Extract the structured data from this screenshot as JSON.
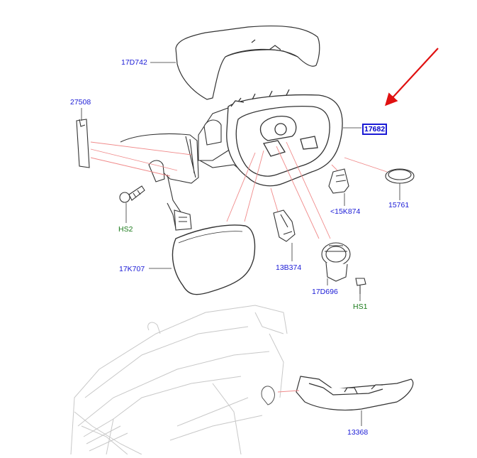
{
  "diagram": {
    "part_labels": [
      {
        "code": "17D742"
      },
      {
        "code": "27508"
      },
      {
        "code": "17682"
      },
      {
        "code": "15761"
      },
      {
        "code": "<15K874"
      },
      {
        "code": "17K707"
      },
      {
        "code": "13B374"
      },
      {
        "code": "17D696"
      },
      {
        "code": "13368"
      }
    ],
    "hardware_labels": [
      {
        "code": "HS2"
      },
      {
        "code": "HS1"
      }
    ],
    "selected_part": "17682",
    "colors": {
      "part_label": "#1a1ad6",
      "hardware_label": "#1a7a1a",
      "leader_line": "#f08a8a",
      "pointer_arrow": "#e01010",
      "line_art": "#333333",
      "vehicle_ghost": "#c8c8c8"
    }
  }
}
